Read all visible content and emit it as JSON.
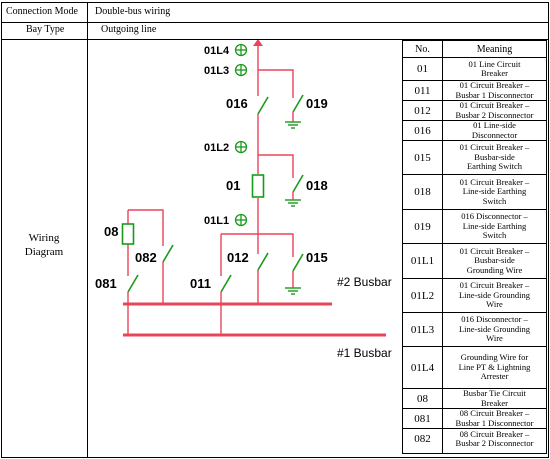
{
  "header": {
    "mode_label": "Connection Mode",
    "mode_value": "Double-bus wiring",
    "bay_label": "Bay Type",
    "bay_value": "Outgoing line"
  },
  "left_label": [
    "Wiring",
    "Diagram"
  ],
  "diagram": {
    "labels": {
      "g01L4": "01L4",
      "g01L3": "01L3",
      "s016": "016",
      "s019": "019",
      "g01L2": "01L2",
      "cb01": "01",
      "s018": "018",
      "g01L1": "01L1",
      "cb08": "08",
      "s082": "082",
      "s081": "081",
      "s011": "011",
      "s012": "012",
      "s015": "015",
      "bus2": "#2 Busbar",
      "bus1": "#1 Busbar"
    },
    "colors": {
      "line": "#e8455a",
      "device": "#1a9a1a",
      "text": "#000000"
    }
  },
  "legend": {
    "headers": [
      "No.",
      "Meaning"
    ],
    "rows": [
      {
        "no": "01",
        "meaning": [
          "01 Line Circuit",
          "Breaker"
        ]
      },
      {
        "no": "011",
        "meaning": [
          "01 Circuit Breaker –",
          "Busbar 1 Disconnector"
        ]
      },
      {
        "no": "012",
        "meaning": [
          "01 Circuit Breaker –",
          "Busbar 2 Disconnector"
        ]
      },
      {
        "no": "016",
        "meaning": [
          "01 Line-side",
          "Disconnector"
        ]
      },
      {
        "no": "015",
        "meaning": [
          "01 Circuit Breaker –",
          "Busbar-side",
          "Earthing Switch"
        ]
      },
      {
        "no": "018",
        "meaning": [
          "01 Circuit Breaker –",
          "Line-side Earthing",
          "Switch"
        ]
      },
      {
        "no": "019",
        "meaning": [
          "016 Disconnector –",
          "Line-side Earthing",
          "Switch"
        ]
      },
      {
        "no": "01L1",
        "meaning": [
          "01 Circuit Breaker –",
          "Busbar-side",
          "Grounding Wire"
        ]
      },
      {
        "no": "01L2",
        "meaning": [
          "01 Circuit Breaker –",
          "Line-side Grounding",
          "Wire"
        ]
      },
      {
        "no": "01L3",
        "meaning": [
          "016 Disconnector –",
          "Line-side Grounding",
          "Wire"
        ]
      },
      {
        "no": "01L4",
        "meaning": [
          "Grounding Wire for",
          "Line PT & Lightning",
          "Arrester"
        ]
      },
      {
        "no": "08",
        "meaning": [
          "Busbar Tie Circuit",
          "Breaker"
        ]
      },
      {
        "no": "081",
        "meaning": [
          "08 Circuit Breaker –",
          "Busbar 1 Disconnector"
        ]
      },
      {
        "no": "082",
        "meaning": [
          "08 Circuit Breaker –",
          "Busbar 2 Disconnector"
        ]
      }
    ]
  }
}
